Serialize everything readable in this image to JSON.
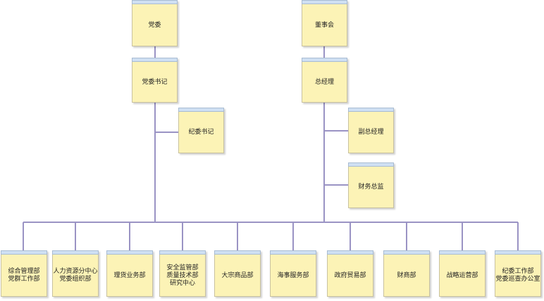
{
  "nodes": {
    "party_committee": "党委",
    "board": "董事会",
    "party_secretary": "党委书记",
    "general_manager": "总经理",
    "discipline_secretary": "纪委书记",
    "deputy_gm": "副总经理",
    "cfo": "财务总监"
  },
  "departments": [
    "综合管理部\n党群工作部",
    "人力资源分中心\n党委组织部",
    "理货业务部",
    "安全监管部\n质量技术部\n研究中心",
    "大宗商品部",
    "海事服务部",
    "政府贸易部",
    "财商部",
    "战略运营部",
    "纪委工作部\n党委巡查办公室"
  ],
  "colors": {
    "node_fill": "#fcf3b6",
    "node_header": "#cfe0f3",
    "connector": "#9a93c4"
  }
}
